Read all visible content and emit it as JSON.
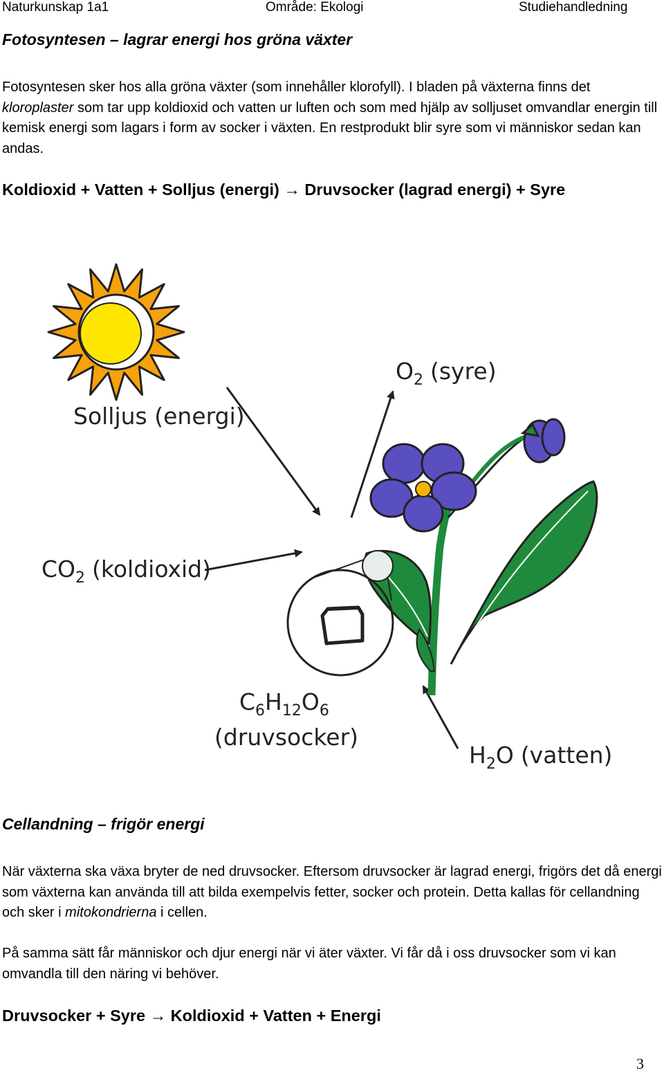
{
  "header": {
    "left": "Naturkunskap 1a1",
    "center": "Område: Ekologi",
    "right": "Studiehandledning"
  },
  "section1": {
    "title": "Fotosyntesen – lagrar energi hos gröna växter",
    "paragraph": {
      "part1": "Fotosyntesen sker hos alla gröna växter (som innehåller klorofyll). I bladen på växterna finns det ",
      "term": "kloroplaster",
      "part2": " som tar upp koldioxid och vatten ur luften och som med hjälp av solljuset omvandlar energin till kemisk energi som lagars i form av socker i växten. En restprodukt blir syre som vi människor sedan kan andas."
    },
    "equation": {
      "left": "Koldioxid + Vatten + Solljus (energi) ",
      "arrow": "→",
      "right": " Druvsocker (lagrad energi) + Syre"
    }
  },
  "diagram": {
    "sun_label": "Solljus (energi)",
    "o2_formula": {
      "base": "O",
      "sub": "2"
    },
    "o2_name": "(syre)",
    "co2_formula": {
      "base": "CO",
      "sub": "2"
    },
    "co2_name": "(koldioxid)",
    "glucose_formula": {
      "c": "C",
      "c_sub": "6",
      "h": "H",
      "h_sub": "12",
      "o": "O",
      "o_sub": "6"
    },
    "glucose_name": "(druvsocker)",
    "h2o_formula": {
      "h": "H",
      "h_sub": "2",
      "o": "O"
    },
    "h2o_name": "(vatten)",
    "colors": {
      "sun_rays": "#f5a20c",
      "sun_core": "#ffe600",
      "leaf": "#1f8a3c",
      "petal": "#5a4fc0",
      "flower_center": "#f4b400"
    }
  },
  "section2": {
    "title": "Cellandning – frigör energi",
    "paragraph1": {
      "part1": "När växterna ska växa bryter de ned druvsocker. Eftersom druvsocker är lagrad energi, frigörs det då energi som växterna kan använda till att bilda exempelvis fetter, socker och protein. Detta kallas för cellandning och sker i ",
      "term": "mitokondrierna",
      "part2": " i cellen."
    },
    "paragraph2": " På samma sätt får människor och djur energi när vi äter växter. Vi får då i oss druvsocker som vi kan omvandla till den näring vi behöver.",
    "equation": {
      "left": "Druvsocker + Syre ",
      "arrow": "→",
      "right": " Koldioxid + Vatten + Energi"
    }
  },
  "page_number": "3"
}
